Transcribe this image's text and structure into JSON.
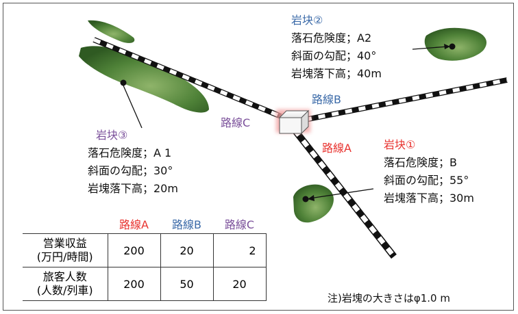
{
  "rocks": {
    "r2": {
      "title": "岩块②",
      "lines": [
        "落石危険度；A2",
        "斜面の勾配；40°",
        "岩塊落下高；40m"
      ]
    },
    "r1": {
      "title": "岩块①",
      "lines": [
        "落石危険度；B",
        "斜面の勾配；55°",
        "岩塊落下高；30m"
      ]
    },
    "r3": {
      "title": "岩块③",
      "lines": [
        "落石危険度；A 1",
        "斜面の勾配；30°",
        "岩塊落下高；20m"
      ]
    }
  },
  "routes": {
    "a": "路線A",
    "b": "路線B",
    "c": "路線C"
  },
  "table": {
    "headers": [
      "路線A",
      "路線B",
      "路線C"
    ],
    "rows": [
      {
        "label1": "営業収益",
        "label2": "(万円/時間)",
        "values": [
          "200",
          "20",
          "2"
        ]
      },
      {
        "label1": "旅客人数",
        "label2": "(人数/列車)",
        "values": [
          "200",
          "50",
          "20"
        ]
      }
    ]
  },
  "note": "注)岩塊の大きさはφ1.0 m",
  "colors": {
    "route_a": "#e8332f",
    "route_b": "#3b6aa8",
    "route_c": "#7a4f9a",
    "slope": "#4a7a35"
  }
}
